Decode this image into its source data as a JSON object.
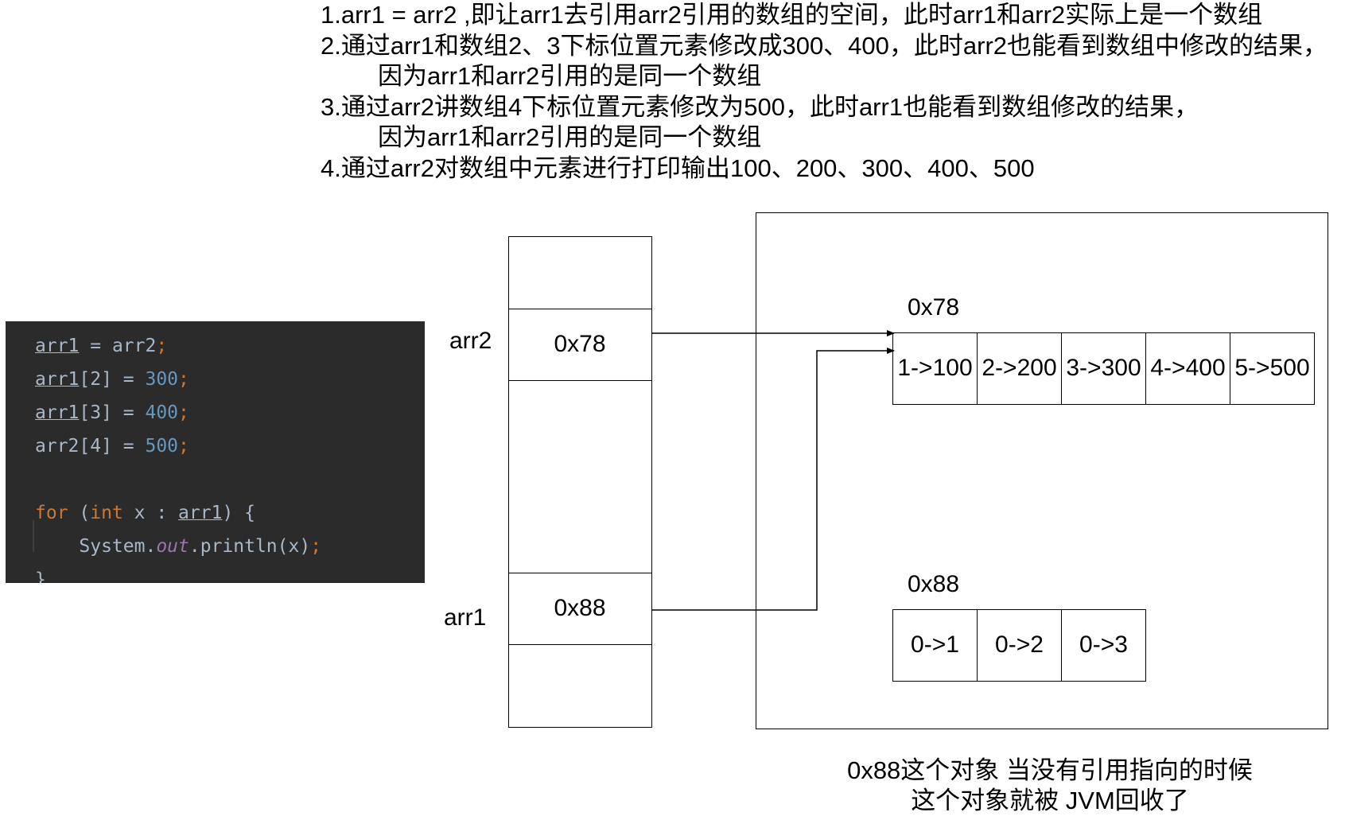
{
  "notes": [
    {
      "text": "1.arr1 = arr2 ,即让arr1去引用arr2引用的数组的空间，此时arr1和arr2实际上是一个数组",
      "indent": false
    },
    {
      "text": "2.通过arr1和数组2、3下标位置元素修改成300、400，此时arr2也能看到数组中修改的结果，",
      "indent": false
    },
    {
      "text": "因为arr1和arr2引用的是同一个数组",
      "indent": true
    },
    {
      "text": "3.通过arr2讲数组4下标位置元素修改为500，此时arr1也能看到数组修改的结果，",
      "indent": false
    },
    {
      "text": "因为arr1和arr2引用的是同一个数组",
      "indent": true
    },
    {
      "text": "4.通过arr2对数组中元素进行打印输出100、200、300、400、500",
      "indent": false
    }
  ],
  "code": {
    "line1": {
      "lhs": "arr1",
      "op": " = ",
      "rhs": "arr2",
      "semi": ";"
    },
    "line2": {
      "var": "arr1",
      "index": "[2]",
      "op": " = ",
      "num": "300",
      "semi": ";"
    },
    "line3": {
      "var": "arr1",
      "index": "[3]",
      "op": " = ",
      "num": "400",
      "semi": ";"
    },
    "line4": {
      "var": "arr2",
      "index": "[4]",
      "op": " = ",
      "num": "500",
      "semi": ";"
    },
    "line6": {
      "kw_for": "for",
      "open": " (",
      "kw_int": "int",
      "mid": " x : ",
      "var": "arr1",
      "close": ") {"
    },
    "line7": {
      "indent": "    ",
      "cls": "System.",
      "field": "out",
      "call": ".println(x)",
      "semi": ";"
    },
    "line8": {
      "brace": "}"
    }
  },
  "stack": {
    "arr2": {
      "name": "arr2",
      "value": "0x78"
    },
    "arr1": {
      "name": "arr1",
      "value": "0x88"
    }
  },
  "heap": {
    "array_78": {
      "address": "0x78",
      "cells": [
        "1->100",
        "2->200",
        "3->300",
        "4->400",
        "5->500"
      ]
    },
    "array_88": {
      "address": "0x88",
      "cells": [
        "0->1",
        "0->2",
        "0->3"
      ]
    }
  },
  "footer": {
    "line1": "0x88这个对象 当没有引用指向的时候",
    "line2": "这个对象就被 JVM回收了"
  }
}
